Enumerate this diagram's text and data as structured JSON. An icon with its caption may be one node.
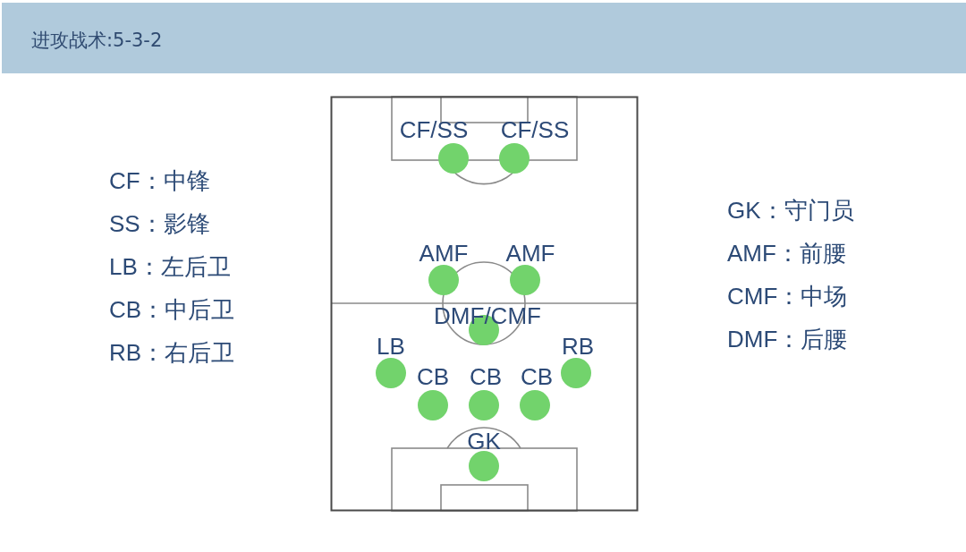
{
  "diagram": {
    "title": "进攻战术:5-3-2",
    "nodes": [
      {
        "text": [
          "CF/SS"
        ]
      },
      {
        "text": [
          "CF/SS"
        ]
      },
      {
        "text": [
          "AMF"
        ]
      },
      {
        "text": [
          "AMF"
        ]
      },
      {
        "text": [
          "DMF/CMF"
        ]
      },
      {
        "text": [
          "LB"
        ]
      },
      {
        "text": [
          "RB"
        ]
      },
      {
        "text": [
          "CB"
        ]
      },
      {
        "text": [
          "CB"
        ]
      },
      {
        "text": [
          "CB"
        ]
      },
      {
        "text": [
          "GK"
        ]
      }
    ],
    "labels": [
      "CF：中锋",
      "SS：影锋",
      "LB：左后卫",
      "CB：中后卫",
      "RB：右后卫",
      "GK：守门员",
      "AMF：前腰",
      "CMF：中场",
      "DMF：后腰"
    ]
  }
}
